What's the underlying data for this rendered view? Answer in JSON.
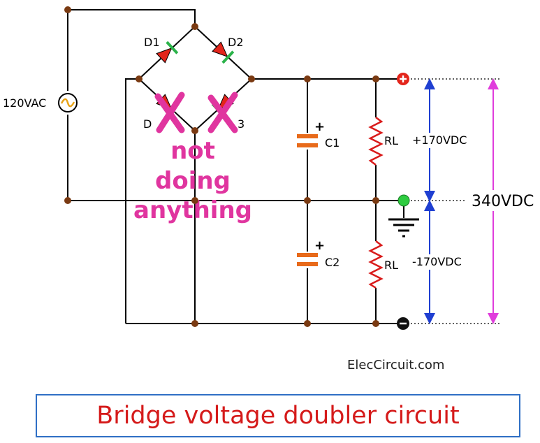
{
  "title": "Bridge voltage doubler circuit",
  "credit": "ElecCircuit.com",
  "components": {
    "d1": "D1",
    "d2": "D2",
    "d3_partial": "3",
    "d4_partial": "D",
    "c1": "C1",
    "c2": "C2",
    "rl_top": "RL",
    "rl_bottom": "RL",
    "source": "120VAC"
  },
  "voltages": {
    "positive": "+170VDC",
    "negative": "-170VDC",
    "total": "340VDC"
  },
  "terminals": {
    "positive_symbol": "+",
    "negative_symbol": "−"
  },
  "annotation": {
    "line1": "not",
    "line2": "doing",
    "line3": "anything"
  },
  "colors": {
    "wire": "#000000",
    "node": "#7a3a12",
    "diode": "#e3251b",
    "diode_bar": "#2bb34a",
    "capacitor": "#e86a1a",
    "resistor": "#d91b1b",
    "voltage_arrow": "#1f3fd1",
    "total_arrow": "#e03ddc",
    "annotation": "#e0359f",
    "positive_terminal": "#e3251b",
    "negative_terminal": "#111111",
    "ground_node": "#2ecc40",
    "caption_text": "#d51a1a",
    "caption_border": "#2f6fc5"
  }
}
